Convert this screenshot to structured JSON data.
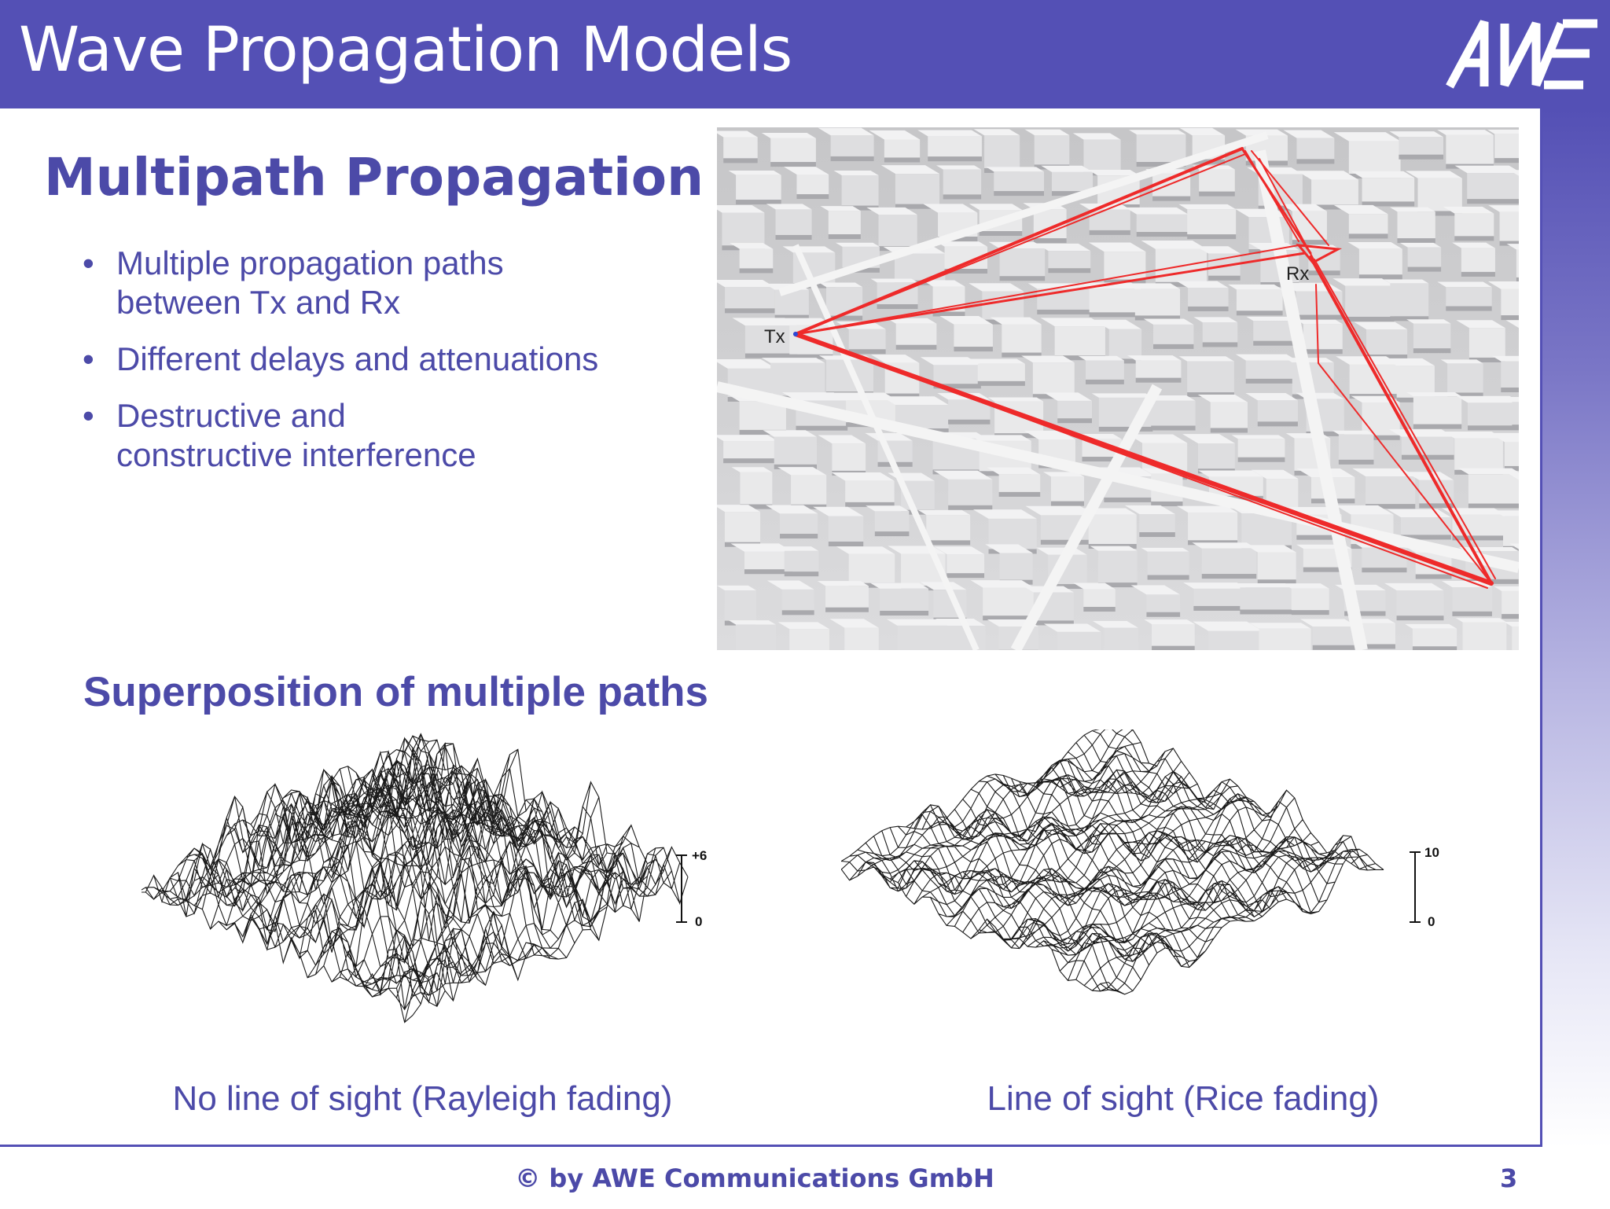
{
  "header": {
    "title": "Wave Propagation Models",
    "logo_text": "AWE",
    "color": "#5450b5"
  },
  "section": {
    "title": "Multipath Propagation",
    "bullets": [
      "Multiple propagation paths\nbetween Tx and Rx",
      "Different delays and attenuations",
      "Destructive and\nconstructive interference"
    ]
  },
  "city_map": {
    "tx_label": "Tx",
    "rx_label": "Rx",
    "ray_color": "#ee2a2a"
  },
  "superposition": {
    "title": "Superposition of multiple paths",
    "left_plot": {
      "scale_top": "+6",
      "scale_bottom": "0",
      "caption": "No line of sight (Rayleigh fading)"
    },
    "right_plot": {
      "scale_top": "10",
      "scale_bottom": "0",
      "caption": "Line of sight (Rice fading)"
    }
  },
  "footer": {
    "copyright": "© by AWE Communications GmbH",
    "page_number": "3"
  },
  "colors": {
    "accent": "#5450b5",
    "text": "#4c4aa8"
  }
}
